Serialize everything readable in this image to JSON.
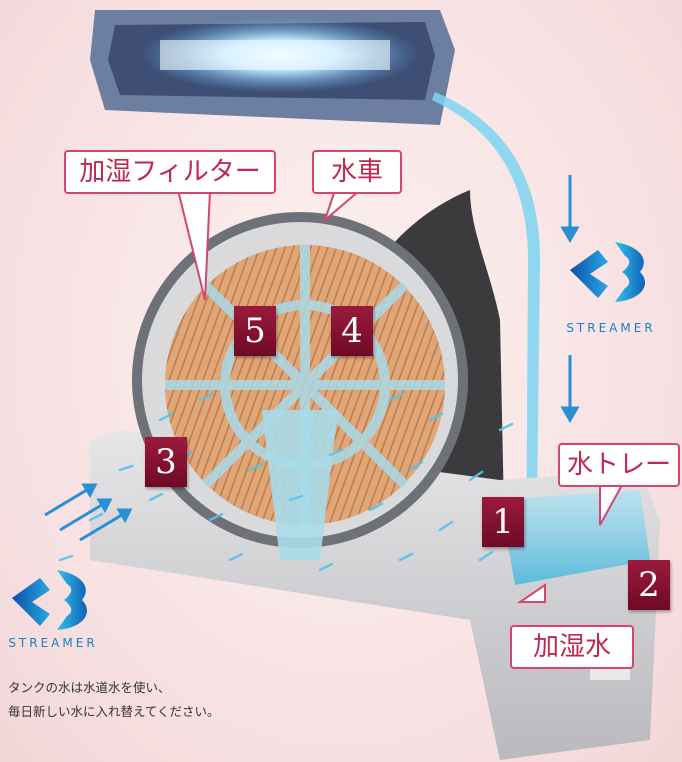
{
  "labels": {
    "humidifying_filter": "加湿フィルター",
    "water_wheel": "水車",
    "water_tray": "水トレー",
    "humidifying_water": "加湿水"
  },
  "steps": [
    "1",
    "2",
    "3",
    "4",
    "5"
  ],
  "brand": "STREAMER",
  "note": {
    "line1": "タンクの水は水道水を使い、",
    "line2": "毎日新しい水に入れ替えてください。"
  },
  "colors": {
    "accent": "#c0284f",
    "brand_blue": "#1b7fc4",
    "filter": "#d99a6a"
  }
}
